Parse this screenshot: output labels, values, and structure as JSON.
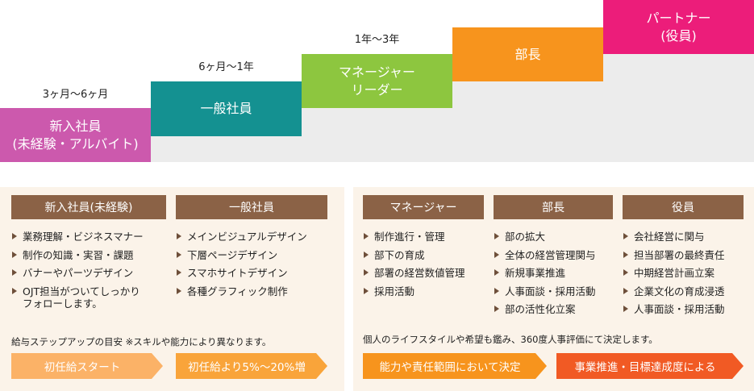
{
  "steps": [
    {
      "line1": "新入社員",
      "line2": "(未経験・アルバイト)",
      "duration": "3ヶ月〜6ヶ月",
      "color": "#cc59ad"
    },
    {
      "line1": "一般社員",
      "line2": "",
      "duration": "6ヶ月〜1年",
      "color": "#149191"
    },
    {
      "line1": "マネージャー",
      "line2": "リーダー",
      "duration": "1年〜3年",
      "color": "#8dc63f"
    },
    {
      "line1": "部長",
      "line2": "",
      "duration": "",
      "color": "#f7941d"
    },
    {
      "line1": "パートナー",
      "line2": "(役員)",
      "duration": "",
      "color": "#ec1d7a"
    }
  ],
  "left_panel": {
    "columns": [
      {
        "header": "新入社員(未経験)",
        "items": [
          "業務理解・ビジネスマナー",
          "制作の知識・実習・課題",
          "バナーやパーツデザイン",
          "OJT担当がついてしっかり\nフォローします。"
        ]
      },
      {
        "header": "一般社員",
        "items": [
          "メインビジュアルデザイン",
          "下層ページデザイン",
          "スマホサイトデザイン",
          "各種グラフィック制作"
        ]
      }
    ],
    "note": "給与ステップアップの目安 ※スキルや能力により異なります。",
    "arrows": [
      {
        "label": "初任給スタート",
        "color": "#fbb267"
      },
      {
        "label": "初任給より5%〜20%増",
        "color": "#f9a43a"
      }
    ]
  },
  "right_panel": {
    "columns": [
      {
        "header": "マネージャー",
        "items": [
          "制作進行・管理",
          "部下の育成",
          "部署の経営数値管理",
          "採用活動"
        ]
      },
      {
        "header": "部長",
        "items": [
          "部の拡大",
          "全体の経営管理関与",
          "新規事業推進",
          "人事面談・採用活動",
          "部の活性化立案"
        ]
      },
      {
        "header": "役員",
        "items": [
          "会社経営に関与",
          "担当部署の最終責任",
          "中期経営計画立案",
          "企業文化の育成浸透",
          "人事面談・採用活動"
        ]
      }
    ],
    "note": "個人のライフスタイルや希望も鑑み、360度人事評価にて決定します。",
    "arrows": [
      {
        "label": "能力や責任範囲において決定",
        "color": "#f7941d"
      },
      {
        "label": "事業推進・目標達成度による",
        "color": "#f15a24"
      }
    ]
  }
}
